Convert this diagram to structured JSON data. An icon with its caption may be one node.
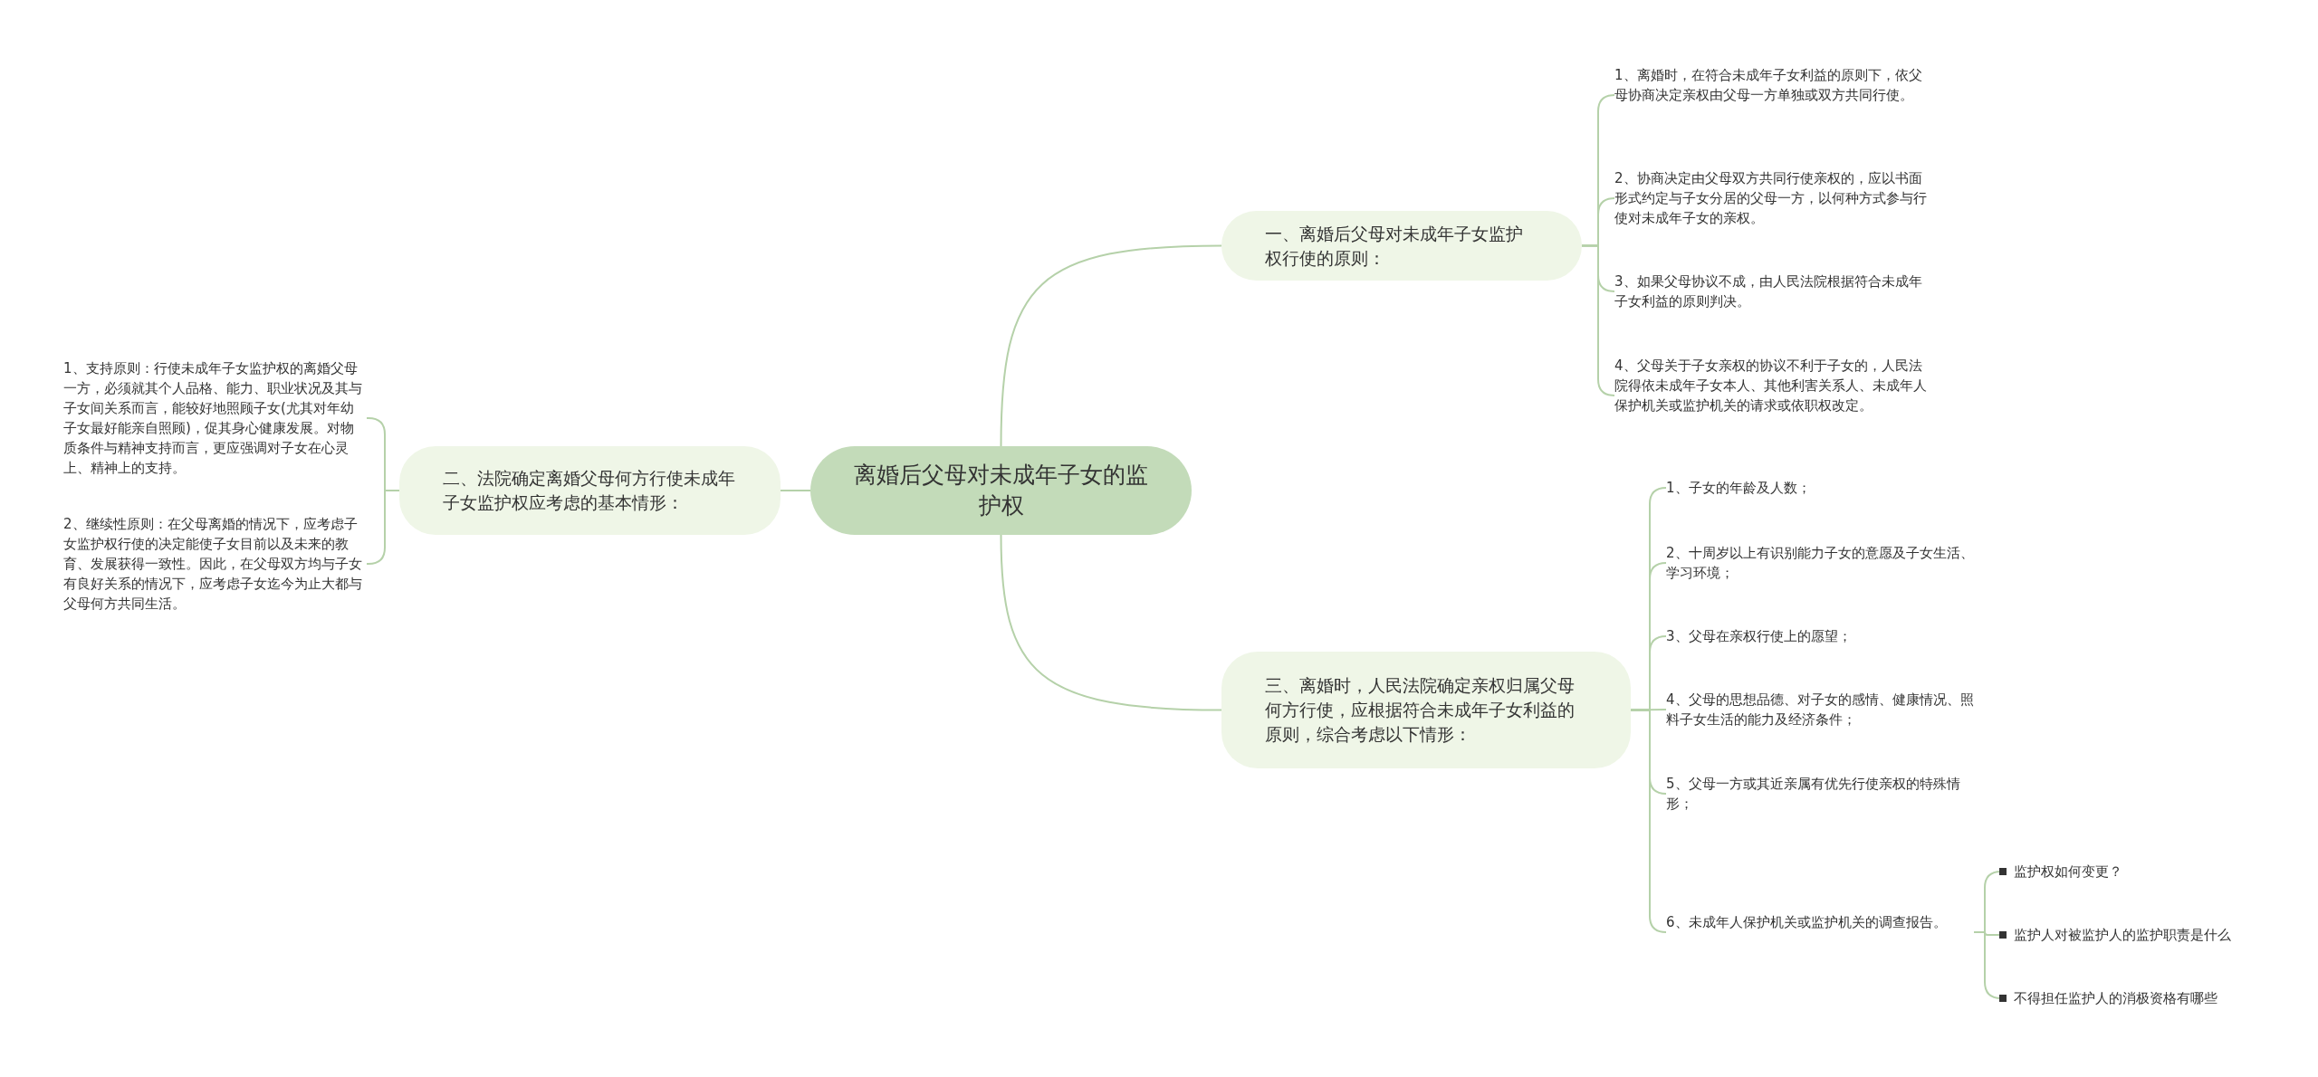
{
  "diagram": {
    "nodes": [
      {
        "text": [
          "离婚后父母对未成年子女的监护权"
        ]
      },
      {
        "text": [
          "一、离婚后父母对未成年子女监护权行使的原则："
        ]
      },
      {
        "text": [
          "1、离婚时，在符合未成年子女利益的原则下，依父母协商决定亲权由父母一方单独或双方共同行使。"
        ]
      },
      {
        "text": [
          "2、协商决定由父母双方共同行使亲权的，应以书面形式约定与子女分居的父母一方，以何种方式参与行使对未成年子女的亲权。"
        ]
      },
      {
        "text": [
          "3、如果父母协议不成，由人民法院根据符合未成年子女利益的原则判决。"
        ]
      },
      {
        "text": [
          "4、父母关于子女亲权的协议不利于子女的，人民法院得依未成年子女本人、其他利害关系人、未成年人保护机关或监护机关的请求或依职权改定。"
        ]
      },
      {
        "text": [
          "二、法院确定离婚父母何方行使未成年子女监护权应考虑的基本情形："
        ]
      },
      {
        "text": [
          "1、支持原则：行使未成年子女监护权的离婚父母一方，必须就其个人品格、能力、职业状况及其与子女间关系而言，能较好地照顾子女(尤其对年幼子女最好能亲自照顾)，促其身心健康发展。对物质条件与精神支持而言，更应强调对子女在心灵上、精神上的支持。"
        ]
      },
      {
        "text": [
          "2、继续性原则：在父母离婚的情况下，应考虑子女监护权行使的决定能使子女目前以及未来的教育、发展获得一致性。因此，在父母双方均与子女有良好关系的情况下，应考虑子女迄今为止大都与父母何方共同生活。"
        ]
      },
      {
        "text": [
          "三、离婚时，人民法院确定亲权归属父母何方行使，应根据符合未成年子女利益的原则，综合考虑以下情形："
        ]
      },
      {
        "text": [
          "1、子女的年龄及人数；"
        ]
      },
      {
        "text": [
          "2、十周岁以上有识别能力子女的意愿及子女生活、学习环境；"
        ]
      },
      {
        "text": [
          "3、父母在亲权行使上的愿望；"
        ]
      },
      {
        "text": [
          "4、父母的思想品德、对子女的感情、健康情况、照料子女生活的能力及经济条件；"
        ]
      },
      {
        "text": [
          "5、父母一方或其近亲属有优先行使亲权的特殊情形；"
        ]
      },
      {
        "text": [
          "6、未成年人保护机关或监护机关的调查报告。"
        ]
      },
      {
        "text": [
          "监护权如何变更？"
        ]
      },
      {
        "text": [
          "监护人对被监护人的监护职责是什么"
        ]
      },
      {
        "text": [
          "不得担任监护人的消极资格有哪些"
        ]
      }
    ],
    "edges": [
      {
        "from": 0,
        "to": 1,
        "arrow": "none"
      },
      {
        "from": 1,
        "to": 2,
        "arrow": "none"
      },
      {
        "from": 1,
        "to": 3,
        "arrow": "none"
      },
      {
        "from": 1,
        "to": 4,
        "arrow": "none"
      },
      {
        "from": 1,
        "to": 5,
        "arrow": "none"
      },
      {
        "from": 0,
        "to": 6,
        "arrow": "none"
      },
      {
        "from": 6,
        "to": 7,
        "arrow": "none"
      },
      {
        "from": 6,
        "to": 8,
        "arrow": "none"
      },
      {
        "from": 0,
        "to": 9,
        "arrow": "none"
      },
      {
        "from": 9,
        "to": 10,
        "arrow": "none"
      },
      {
        "from": 9,
        "to": 11,
        "arrow": "none"
      },
      {
        "from": 9,
        "to": 12,
        "arrow": "none"
      },
      {
        "from": 9,
        "to": 13,
        "arrow": "none"
      },
      {
        "from": 9,
        "to": 14,
        "arrow": "none"
      },
      {
        "from": 9,
        "to": 15,
        "arrow": "none"
      },
      {
        "from": 15,
        "to": 16,
        "arrow": "none"
      },
      {
        "from": 15,
        "to": 17,
        "arrow": "none"
      },
      {
        "from": 15,
        "to": 18,
        "arrow": "none"
      }
    ]
  }
}
